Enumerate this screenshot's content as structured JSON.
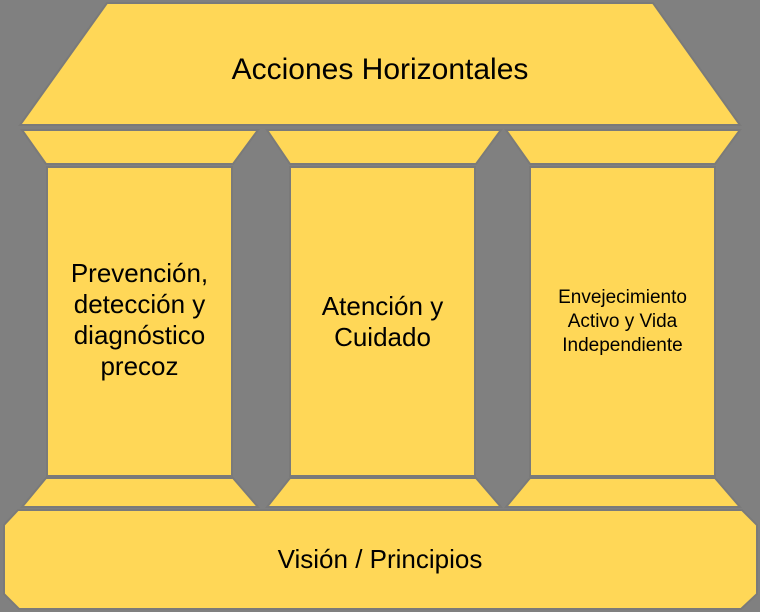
{
  "diagram": {
    "type": "temple-pillars",
    "colors": {
      "background": "#808080",
      "fill": "#FFD757",
      "outline": "#7A7A7A",
      "text": "#000000"
    },
    "roof": {
      "label": "Acciones Horizontales"
    },
    "pillars": [
      {
        "label": "Prevención, detección y diagnóstico precoz",
        "lines": [
          "Prevención,",
          "detección y",
          "diagnóstico",
          "precoz"
        ]
      },
      {
        "label": "Atención y Cuidado",
        "lines": [
          "Atención y",
          "Cuidado"
        ]
      },
      {
        "label": "Envejecimiento Activo y Vida Independiente",
        "lines": [
          "Envejecimiento",
          "Activo y Vida",
          "Independiente"
        ]
      }
    ],
    "base": {
      "label": "Visión / Principios"
    }
  }
}
